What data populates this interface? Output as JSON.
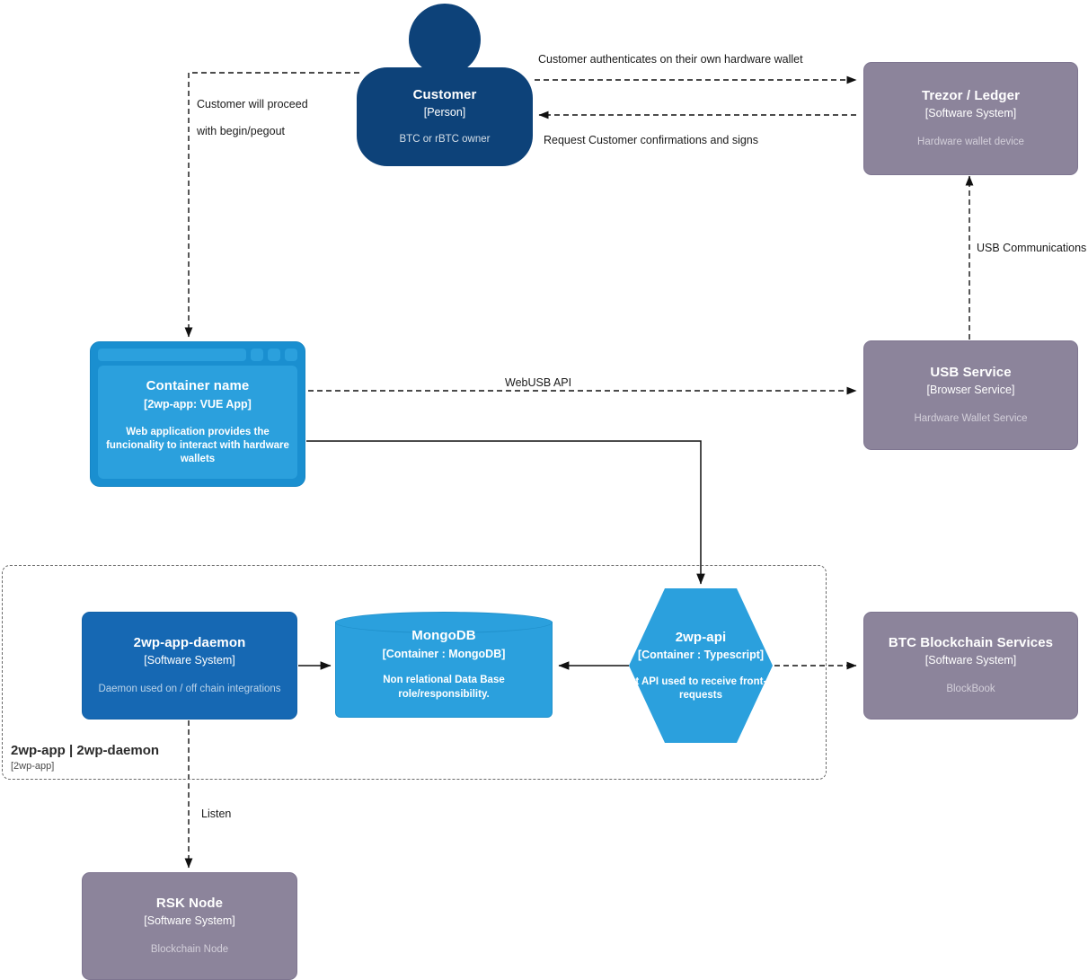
{
  "diagram": {
    "type": "C4 Container Diagram",
    "boundary": {
      "title": "2wp-app | 2wp-daemon",
      "tech": "[2wp-app]"
    },
    "nodes": {
      "customer": {
        "title": "Customer",
        "tech": "[Person]",
        "desc": "BTC or rBTC owner",
        "color": "#0d4279"
      },
      "trezor_ledger": {
        "title": "Trezor / Ledger",
        "tech": "[Software System]",
        "desc": "Hardware wallet device",
        "color": "#8c849b"
      },
      "container_name": {
        "title": "Container name",
        "tech": "[2wp-app: VUE App]",
        "desc": "Web application provides the funcionality to interact with hardware wallets",
        "color": "#2ba0dd"
      },
      "usb_service": {
        "title": "USB Service",
        "tech": "[Browser Service]",
        "desc": "Hardware Wallet Service",
        "color": "#8c849b"
      },
      "daemon": {
        "title": "2wp-app-daemon",
        "tech": "[Software System]",
        "desc": "Daemon used on / off chain integrations",
        "color": "#1668b3"
      },
      "mongodb": {
        "title": "MongoDB",
        "tech": "[Container : MongoDB]",
        "desc": "Non relational Data Base role/responsibility.",
        "color": "#2ba0dd"
      },
      "api": {
        "title": "2wp-api",
        "tech": "[Container : Typescript]",
        "desc": "Rest API used to receive front-end requests",
        "color": "#2ba0dd"
      },
      "btc_services": {
        "title": "BTC Blockchain Services",
        "tech": "[Software System]",
        "desc": "BlockBook",
        "color": "#8c849b"
      },
      "rsk_node": {
        "title": "RSK Node",
        "tech": "[Software System]",
        "desc": "Blockchain Node",
        "color": "#8c849b"
      }
    },
    "edges": {
      "customer_to_hw": "Customer authenticates on their own hardware wallet",
      "hw_to_customer": "Request Customer confirmations and signs",
      "customer_to_app_line1": "Customer will proceed",
      "customer_to_app_line2": "with begin/pegout",
      "usb_communications": "USB Communications",
      "webusb_api": "WebUSB API",
      "listen": "Listen"
    }
  }
}
